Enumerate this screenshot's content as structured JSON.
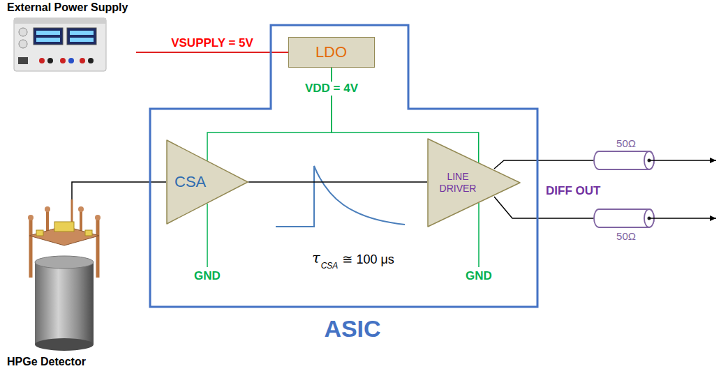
{
  "diagram": {
    "nodes": [
      {
        "text": [
          "External Power Supply"
        ]
      },
      {
        "text": [
          "ASIC"
        ]
      },
      {
        "text": [
          "LDO"
        ],
        "in": 1
      },
      {
        "text": [
          "CSA"
        ],
        "in": 1
      },
      {
        "text": [
          "LINE DRIVER"
        ],
        "in": 1
      },
      {
        "text": [
          "HPGe Detector"
        ]
      }
    ],
    "edges": [
      {
        "from": 0,
        "to": 2,
        "label": "VSUPPLY = 5V",
        "arrow": "none"
      },
      {
        "from": 2,
        "to": 3,
        "arrow": "none"
      },
      {
        "from": 2,
        "to": 4,
        "arrow": "none"
      },
      {
        "from": 5,
        "to": 3,
        "arrow": "none"
      },
      {
        "from": 3,
        "to": 4,
        "arrow": "none"
      }
    ],
    "labels": [
      "VDD = 4V",
      "GND",
      "GND",
      "τ",
      "CSA",
      "≅ 100 μs",
      "DIFF OUT",
      "50Ω",
      "50Ω"
    ]
  }
}
